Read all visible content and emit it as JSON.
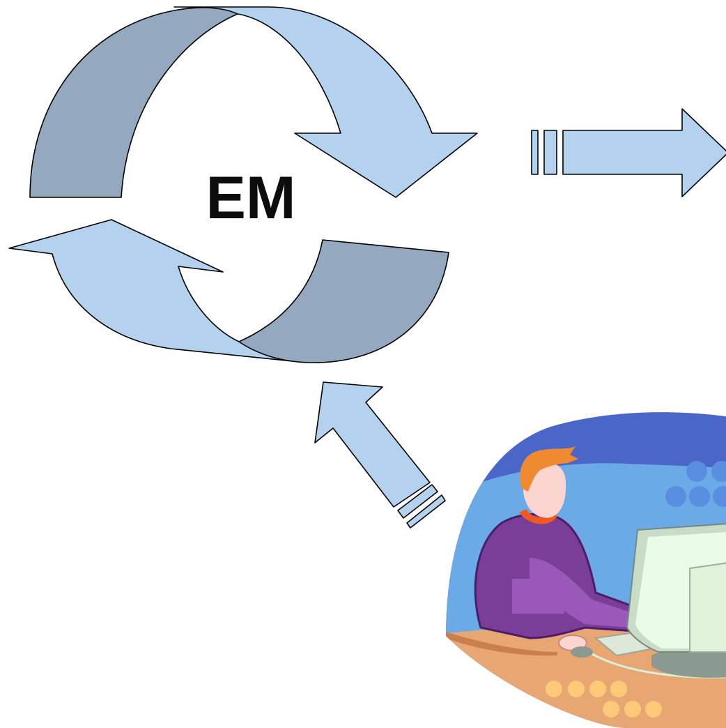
{
  "diagram": {
    "center_label": "EM",
    "colors": {
      "arrow_light": "#b4d1ed",
      "arrow_dark": "#94a9c0",
      "stroke": "#000000",
      "background": "#ffffff"
    },
    "elements": [
      "cycle-arrows",
      "output-arrow-right",
      "input-arrow-from-user",
      "clipart-person-at-computer"
    ]
  }
}
